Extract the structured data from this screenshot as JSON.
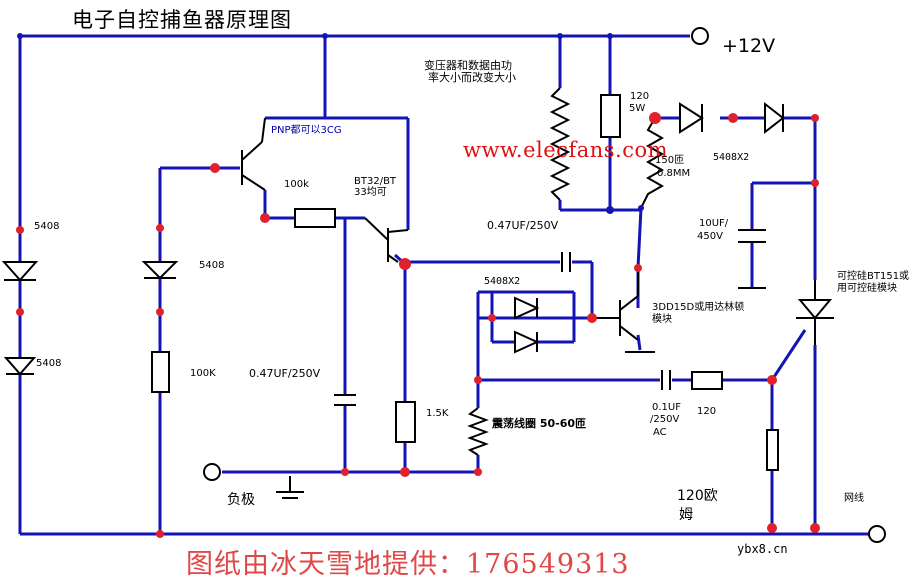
{
  "title": "电子自控捕鱼器原理图",
  "watermark": "www.elecfans.com",
  "credit": "图纸由冰天雪地提供：176549313",
  "site": "ybx8.cn",
  "colors": {
    "wire": "#1414b4",
    "node": "#e0202a",
    "component": "#000000",
    "watermark": "#dd1111",
    "credit": "#e04848"
  },
  "labels": {
    "supply": "+12V",
    "transformer_note_1": "变压器和数据由功",
    "transformer_note_2": "率大小而改变大小",
    "res_120_5w_a": "120",
    "res_120_5w_b": "5W",
    "res_150_a": "150匝",
    "res_150_b": "0.8MM",
    "diode_pair_top": "5408X2",
    "pnp_note": "PNP都可以3CG",
    "res_100k_h": "100k",
    "bt_note_1": "BT32/BT",
    "bt_note_2": "33均可",
    "cap_047_top": "0.47UF/250V",
    "cap_10uf_a": "10UF/",
    "cap_10uf_b": "450V",
    "scr_note_1": "可控硅BT151或",
    "scr_note_2": "用可控硅模块",
    "diode_pair_mid": "5408X2",
    "transistor_note_1": "3DD15D或用达林顿",
    "transistor_note_2": "模块",
    "diode_5408_a": "5408",
    "diode_5408_b": "5408",
    "diode_5408_c": "5408",
    "res_100k_v": "100K",
    "cap_047_left": "0.47UF/250V",
    "res_15k": "1.5K",
    "coil": "震荡线圈  50-60匝",
    "cap_01_a": "0.1UF",
    "cap_01_b": "/250V",
    "cap_01_c": "AC",
    "res_120_small": "120",
    "negative": "负极",
    "ohm_120_a": "120欧",
    "ohm_120_b": "姆",
    "net": "网线"
  }
}
